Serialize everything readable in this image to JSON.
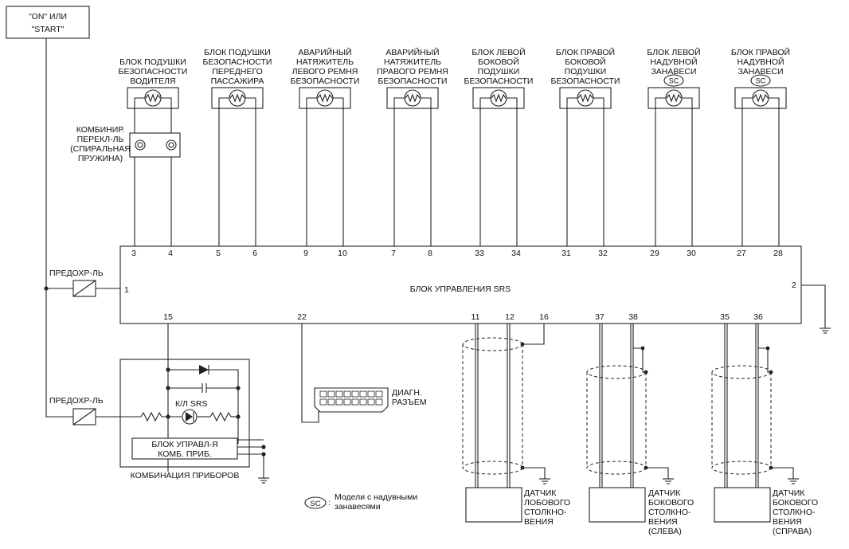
{
  "ignition": {
    "line1": "\"ON\" ИЛИ",
    "line2": "\"START\""
  },
  "modules": [
    {
      "lines": [
        "БЛОК ПОДУШКИ",
        "БЕЗОПАСНОСТИ",
        "ВОДИТЕЛЯ"
      ],
      "sc": false
    },
    {
      "lines": [
        "БЛОК ПОДУШКИ",
        "БЕЗОПАСНОСТИ",
        "ПЕРЕДНЕГО",
        "ПАССАЖИРА"
      ],
      "sc": false
    },
    {
      "lines": [
        "АВАРИЙНЫЙ",
        "НАТЯЖИТЕЛЬ",
        "ЛЕВОГО РЕМНЯ",
        "БЕЗОПАСНОСТИ"
      ],
      "sc": false
    },
    {
      "lines": [
        "АВАРИЙНЫЙ",
        "НАТЯЖИТЕЛЬ",
        "ПРАВОГО РЕМНЯ",
        "БЕЗОПАСНОСТИ"
      ],
      "sc": false
    },
    {
      "lines": [
        "БЛОК ЛЕВОЙ",
        "БОКОВОЙ",
        "ПОДУШКИ",
        "БЕЗОПАСНОСТИ"
      ],
      "sc": false
    },
    {
      "lines": [
        "БЛОК ПРАВОЙ",
        "БОКОВОЙ",
        "ПОДУШКИ",
        "БЕЗОПАСНОСТИ"
      ],
      "sc": false
    },
    {
      "lines": [
        "БЛОК ЛЕВОЙ",
        "НАДУВНОЙ",
        "ЗАНАВЕСИ"
      ],
      "sc": true
    },
    {
      "lines": [
        "БЛОК ПРАВОЙ",
        "НАДУВНОЙ",
        "ЗАНАВЕСИ"
      ],
      "sc": true
    }
  ],
  "module_pins": [
    [
      "3",
      "4"
    ],
    [
      "5",
      "6"
    ],
    [
      "9",
      "10"
    ],
    [
      "7",
      "8"
    ],
    [
      "33",
      "34"
    ],
    [
      "31",
      "32"
    ],
    [
      "29",
      "30"
    ],
    [
      "27",
      "28"
    ]
  ],
  "sc_badge": "SC",
  "spiral": {
    "lines": [
      "КОМБИНИР.",
      "ПЕРЕКЛ-ЛЬ",
      "(СПИРАЛЬНАЯ",
      "ПРУЖИНА)"
    ]
  },
  "srs_unit": {
    "label": "БЛОК УПРАВЛЕНИЯ SRS",
    "pin_left": "1",
    "pin_right": "2"
  },
  "fuse1": {
    "label": "ПРЕДОХР-ЛЬ"
  },
  "fuse2": {
    "label": "ПРЕДОХР-ЛЬ"
  },
  "bottom_pins": {
    "p15": "15",
    "p22": "22",
    "p11": "11",
    "p12": "12",
    "p16": "16",
    "p37": "37",
    "p38": "38",
    "p35": "35",
    "p36": "36"
  },
  "cluster": {
    "lamp": "К/Л SRS",
    "ctrl_line1": "БЛОК УПРАВЛ-Я",
    "ctrl_line2": "КОМБ. ПРИБ.",
    "title": "КОМБИНАЦИЯ ПРИБОРОВ"
  },
  "diag": {
    "line1": "ДИАГН.",
    "line2": "РАЗЪЕМ"
  },
  "sensors": [
    {
      "lines": [
        "ДАТЧИК",
        "ЛОБОВОГО",
        "СТОЛКНО-",
        "ВЕНИЯ"
      ]
    },
    {
      "lines": [
        "ДАТЧИК",
        "БОКОВОГО",
        "СТОЛКНО-",
        "ВЕНИЯ",
        "(СЛЕВА)"
      ]
    },
    {
      "lines": [
        "ДАТЧИК",
        "БОКОВОГО",
        "СТОЛКНО-",
        "ВЕНИЯ",
        "(СПРАВА)"
      ]
    }
  ],
  "legend": {
    "badge": "SC",
    "colon": ":",
    "line1": "Модели с надувными",
    "line2": "занавесями"
  }
}
